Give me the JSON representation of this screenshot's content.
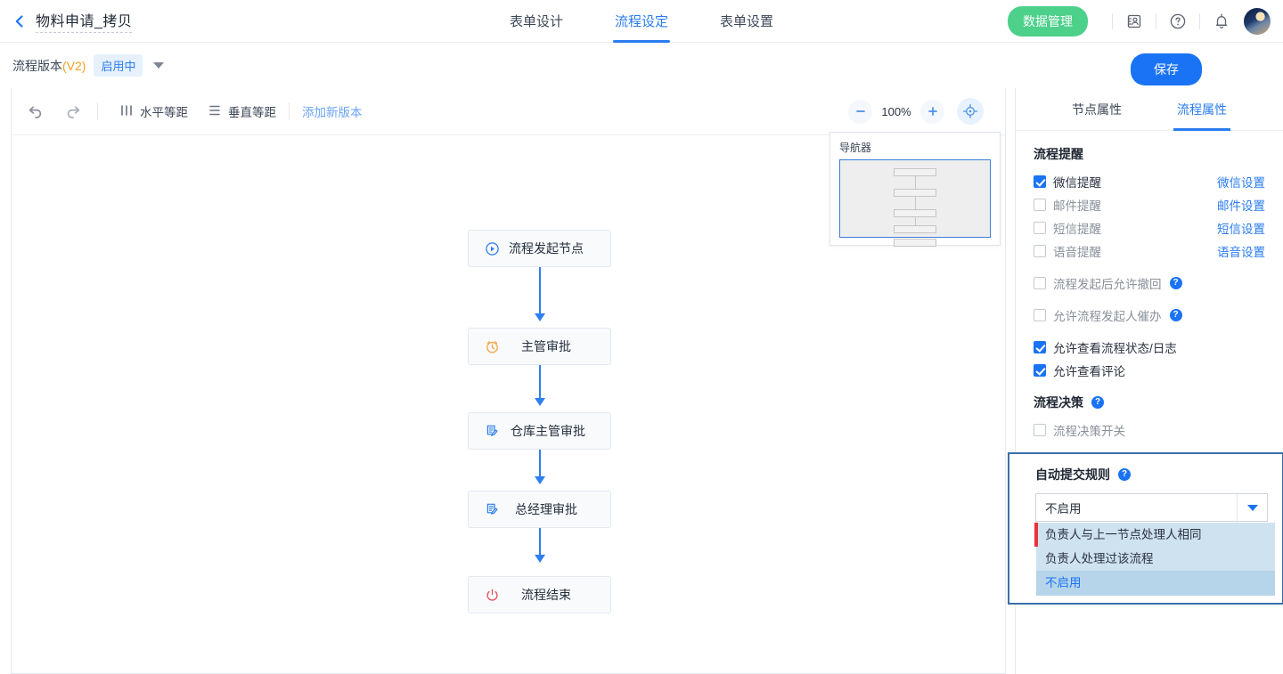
{
  "header": {
    "back_icon": "chevron-left-icon",
    "doc_title": "物料申请_拷贝",
    "tabs": [
      {
        "label": "表单设计",
        "active": false
      },
      {
        "label": "流程设定",
        "active": true
      },
      {
        "label": "表单设置",
        "active": false
      }
    ],
    "data_button": "数据管理",
    "icons": [
      "contact-card-icon",
      "help-circle-icon",
      "bell-icon",
      "avatar"
    ],
    "accent_color": "#2a7cf0",
    "green_color": "#4cd08a"
  },
  "version_bar": {
    "label": "流程版本",
    "version": "(V2)",
    "status_badge": "启用中",
    "caret_icon": "chevron-down-icon",
    "save_label": "保存",
    "save_color": "#1a73f5"
  },
  "canvas_toolbar": {
    "undo_icon": "undo-arrow-icon",
    "redo_icon": "redo-arrow-icon",
    "align_h_icon": "align-horizontal-icon",
    "align_h_label": "水平等距",
    "align_v_icon": "align-vertical-icon",
    "align_v_label": "垂直等距",
    "add_version_label": "添加新版本",
    "zoom_out_icon": "minus-icon",
    "zoom_value": "100%",
    "zoom_in_icon": "plus-icon",
    "fit_icon": "crosshair-target-icon"
  },
  "flow": {
    "nodes": [
      {
        "id": "start",
        "label": "流程发起节点",
        "icon": "play-circle-icon",
        "icon_color": "#2a7cf0"
      },
      {
        "id": "mgr",
        "label": "主管审批",
        "icon": "alarm-clock-icon",
        "icon_color": "#f5a33c"
      },
      {
        "id": "wh",
        "label": "仓库主管审批",
        "icon": "document-edit-icon",
        "icon_color": "#2a7cf0"
      },
      {
        "id": "gm",
        "label": "总经理审批",
        "icon": "document-edit-icon",
        "icon_color": "#2a7cf0"
      },
      {
        "id": "end",
        "label": "流程结束",
        "icon": "power-off-icon",
        "icon_color": "#e8505b"
      }
    ],
    "edge_color": "#2f7ff0"
  },
  "minimap": {
    "title": "导航器",
    "node_count": 5
  },
  "right_panel": {
    "tabs": [
      {
        "label": "节点属性",
        "active": false
      },
      {
        "label": "流程属性",
        "active": true
      }
    ],
    "reminder_section_title": "流程提醒",
    "reminders": [
      {
        "label": "微信提醒",
        "checked": true,
        "link": "微信设置"
      },
      {
        "label": "邮件提醒",
        "checked": false,
        "link": "邮件设置"
      },
      {
        "label": "短信提醒",
        "checked": false,
        "link": "短信设置"
      },
      {
        "label": "语音提醒",
        "checked": false,
        "link": "语音设置"
      }
    ],
    "options": [
      {
        "label": "流程发起后允许撤回",
        "checked": false,
        "help": true,
        "muted": true
      },
      {
        "label": "允许流程发起人催办",
        "checked": false,
        "help": true,
        "muted": true
      },
      {
        "label": "允许查看流程状态/日志",
        "checked": true,
        "help": false,
        "muted": false
      },
      {
        "label": "允许查看评论",
        "checked": true,
        "help": false,
        "muted": false
      }
    ],
    "decision_section_title": "流程决策",
    "decision_help": true,
    "decision_switch": {
      "label": "流程决策开关",
      "checked": false,
      "muted": true
    },
    "auto_submit": {
      "section_title": "自动提交规则",
      "help": true,
      "selected_value": "不启用",
      "dropdown_open": true,
      "options": [
        {
          "label": "负责人与上一节点处理人相同",
          "selected": false
        },
        {
          "label": "负责人处理过该流程",
          "selected": false
        },
        {
          "label": "不启用",
          "selected": true
        }
      ],
      "highlight_border_color": "#3b6fa8",
      "list_bg_color": "#cfe2f0",
      "selected_bg_color": "#b6d5ea",
      "marker_color": "#e8323c"
    }
  }
}
